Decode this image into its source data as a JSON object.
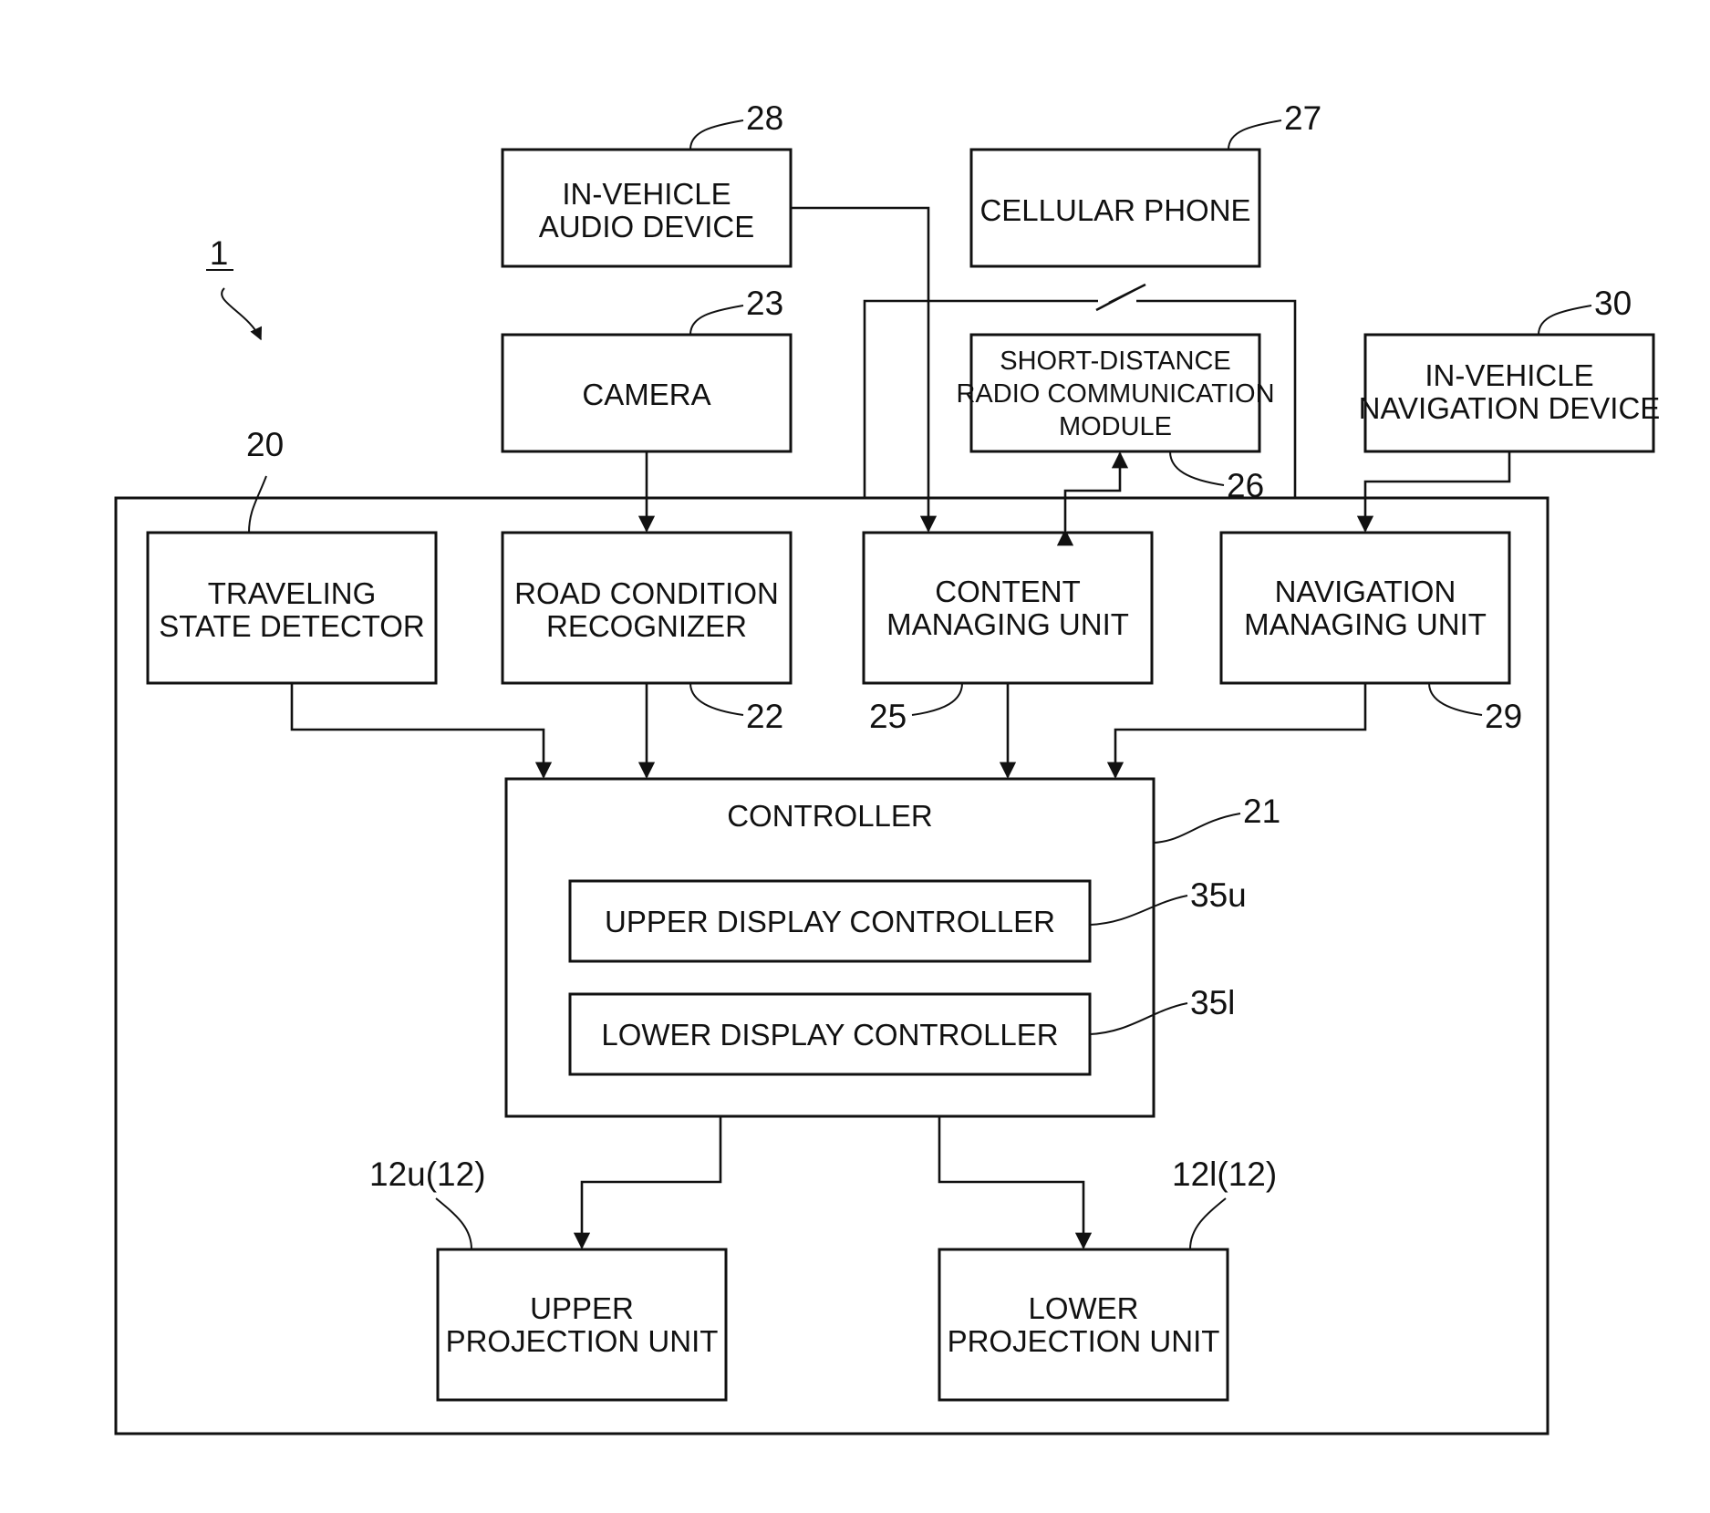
{
  "figure": {
    "system_ref": "1"
  },
  "blocks": {
    "audio": {
      "ref": "28",
      "lines": [
        "IN-VEHICLE",
        "AUDIO DEVICE"
      ]
    },
    "phone": {
      "ref": "27",
      "lines": [
        "CELLULAR PHONE"
      ]
    },
    "camera": {
      "ref": "23",
      "lines": [
        "CAMERA"
      ]
    },
    "radio": {
      "ref": "26",
      "lines": [
        "SHORT-DISTANCE",
        "RADIO COMMUNICATION",
        "MODULE"
      ]
    },
    "navdevice": {
      "ref": "30",
      "lines": [
        "IN-VEHICLE",
        "NAVIGATION DEVICE"
      ]
    },
    "traveling": {
      "ref": "20",
      "lines": [
        "TRAVELING",
        "STATE DETECTOR"
      ]
    },
    "road": {
      "ref": "22",
      "lines": [
        "ROAD CONDITION",
        "RECOGNIZER"
      ]
    },
    "content": {
      "ref": "25",
      "lines": [
        "CONTENT",
        "MANAGING UNIT"
      ]
    },
    "navmgr": {
      "ref": "29",
      "lines": [
        "NAVIGATION",
        "MANAGING UNIT"
      ]
    },
    "controller": {
      "ref": "21",
      "lines": [
        "CONTROLLER"
      ]
    },
    "upper_display": {
      "ref": "35u",
      "lines": [
        "UPPER DISPLAY CONTROLLER"
      ]
    },
    "lower_display": {
      "ref": "35l",
      "lines": [
        "LOWER DISPLAY CONTROLLER"
      ]
    },
    "upper_proj": {
      "ref": "12u(12)",
      "lines": [
        "UPPER",
        "PROJECTION UNIT"
      ]
    },
    "lower_proj": {
      "ref": "12l(12)",
      "lines": [
        "LOWER",
        "PROJECTION UNIT"
      ]
    }
  }
}
